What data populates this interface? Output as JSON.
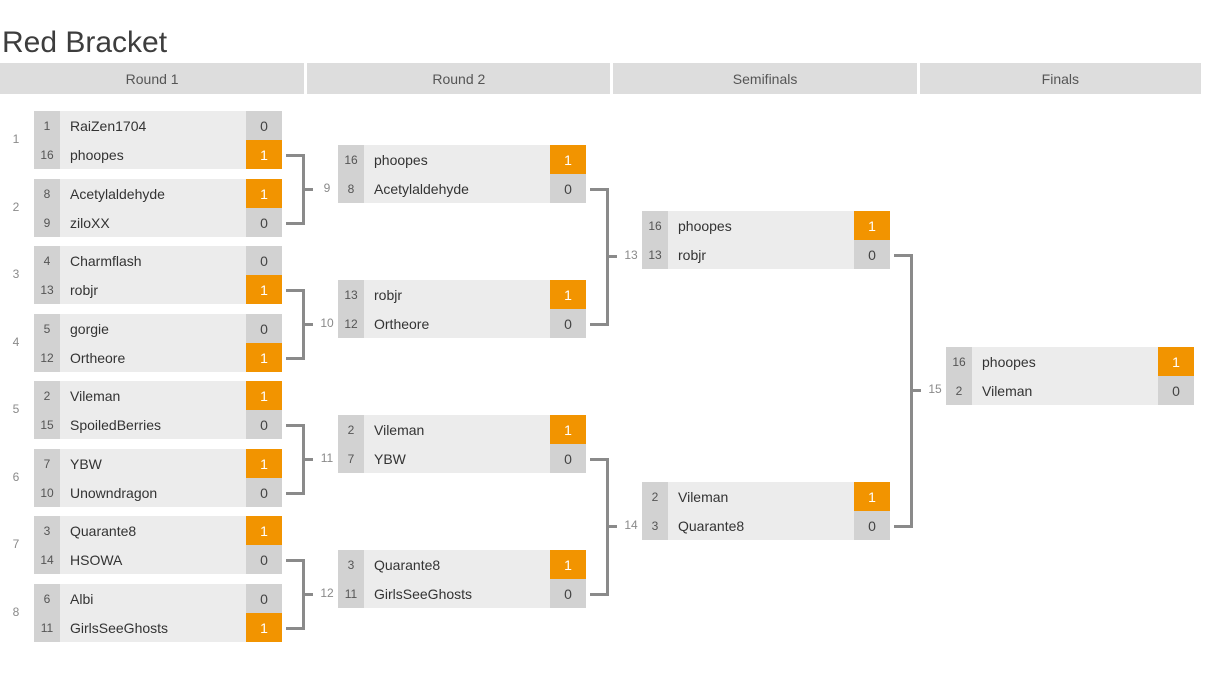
{
  "page": {
    "title": "Red Bracket"
  },
  "colors": {
    "winner": "#f29400",
    "seed_bg": "#d2d2d2",
    "name_bg": "#ececec",
    "header_bg": "#dddddd",
    "connector": "#8a8a8a"
  },
  "rounds": [
    {
      "label": "Round 1"
    },
    {
      "label": "Round 2"
    },
    {
      "label": "Semifinals"
    },
    {
      "label": "Finals"
    }
  ],
  "matches": [
    {
      "number": "1",
      "round": 1,
      "top": {
        "seed": "1",
        "name": "RaiZen1704",
        "score": "0",
        "winner": false
      },
      "bottom": {
        "seed": "16",
        "name": "phoopes",
        "score": "1",
        "winner": true
      }
    },
    {
      "number": "2",
      "round": 1,
      "top": {
        "seed": "8",
        "name": "Acetylaldehyde",
        "score": "1",
        "winner": true
      },
      "bottom": {
        "seed": "9",
        "name": "ziloXX",
        "score": "0",
        "winner": false
      }
    },
    {
      "number": "3",
      "round": 1,
      "top": {
        "seed": "4",
        "name": "Charmflash",
        "score": "0",
        "winner": false
      },
      "bottom": {
        "seed": "13",
        "name": "robjr",
        "score": "1",
        "winner": true
      }
    },
    {
      "number": "4",
      "round": 1,
      "top": {
        "seed": "5",
        "name": "gorgie",
        "score": "0",
        "winner": false
      },
      "bottom": {
        "seed": "12",
        "name": "Ortheore",
        "score": "1",
        "winner": true
      }
    },
    {
      "number": "5",
      "round": 1,
      "top": {
        "seed": "2",
        "name": "Vileman",
        "score": "1",
        "winner": true
      },
      "bottom": {
        "seed": "15",
        "name": "SpoiledBerries",
        "score": "0",
        "winner": false
      }
    },
    {
      "number": "6",
      "round": 1,
      "top": {
        "seed": "7",
        "name": "YBW",
        "score": "1",
        "winner": true
      },
      "bottom": {
        "seed": "10",
        "name": "Unowndragon",
        "score": "0",
        "winner": false
      }
    },
    {
      "number": "7",
      "round": 1,
      "top": {
        "seed": "3",
        "name": "Quarante8",
        "score": "1",
        "winner": true
      },
      "bottom": {
        "seed": "14",
        "name": "HSOWA",
        "score": "0",
        "winner": false
      }
    },
    {
      "number": "8",
      "round": 1,
      "top": {
        "seed": "6",
        "name": "Albi",
        "score": "0",
        "winner": false
      },
      "bottom": {
        "seed": "11",
        "name": "GirlsSeeGhosts",
        "score": "1",
        "winner": true
      }
    },
    {
      "number": "9",
      "round": 2,
      "top": {
        "seed": "16",
        "name": "phoopes",
        "score": "1",
        "winner": true
      },
      "bottom": {
        "seed": "8",
        "name": "Acetylaldehyde",
        "score": "0",
        "winner": false
      }
    },
    {
      "number": "10",
      "round": 2,
      "top": {
        "seed": "13",
        "name": "robjr",
        "score": "1",
        "winner": true
      },
      "bottom": {
        "seed": "12",
        "name": "Ortheore",
        "score": "0",
        "winner": false
      }
    },
    {
      "number": "11",
      "round": 2,
      "top": {
        "seed": "2",
        "name": "Vileman",
        "score": "1",
        "winner": true
      },
      "bottom": {
        "seed": "7",
        "name": "YBW",
        "score": "0",
        "winner": false
      }
    },
    {
      "number": "12",
      "round": 2,
      "top": {
        "seed": "3",
        "name": "Quarante8",
        "score": "1",
        "winner": true
      },
      "bottom": {
        "seed": "11",
        "name": "GirlsSeeGhosts",
        "score": "0",
        "winner": false
      }
    },
    {
      "number": "13",
      "round": 3,
      "top": {
        "seed": "16",
        "name": "phoopes",
        "score": "1",
        "winner": true
      },
      "bottom": {
        "seed": "13",
        "name": "robjr",
        "score": "0",
        "winner": false
      }
    },
    {
      "number": "14",
      "round": 3,
      "top": {
        "seed": "2",
        "name": "Vileman",
        "score": "1",
        "winner": true
      },
      "bottom": {
        "seed": "3",
        "name": "Quarante8",
        "score": "0",
        "winner": false
      }
    },
    {
      "number": "15",
      "round": 4,
      "top": {
        "seed": "16",
        "name": "phoopes",
        "score": "1",
        "winner": true
      },
      "bottom": {
        "seed": "2",
        "name": "Vileman",
        "score": "0",
        "winner": false
      }
    }
  ]
}
